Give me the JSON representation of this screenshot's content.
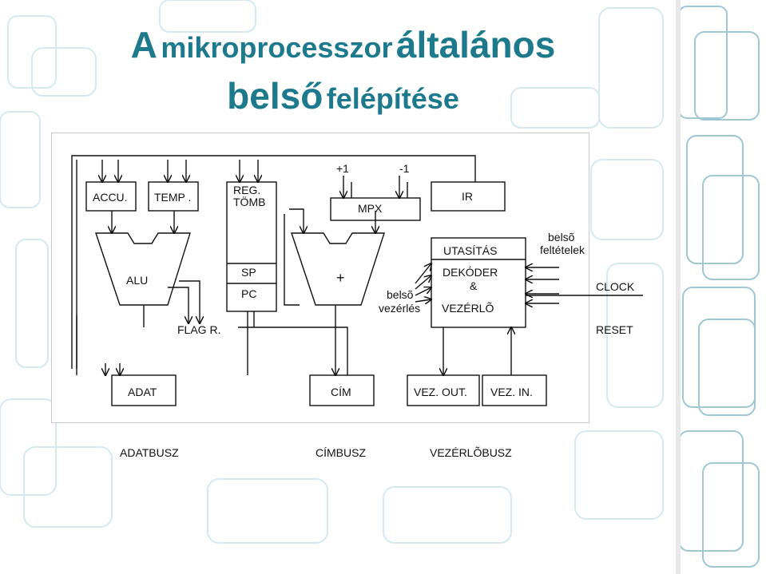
{
  "title": {
    "part1": "A",
    "part2": "mikroprocesszor",
    "part3": "általános",
    "line2a": "belső",
    "line2b": "felépítése"
  },
  "labels": {
    "accu": "ACCU.",
    "temp": "TEMP .",
    "reg1": "REG.",
    "reg2": "TÖMB",
    "plus1": "+1",
    "minus1": "-1",
    "mpx": "MPX",
    "ir": "IR",
    "alu": "ALU",
    "sp": "SP",
    "pc": "PC",
    "plus": "+",
    "belso_vez1": "belsõ",
    "belso_vez2": "vezérlés",
    "utasitas": "UTASÍTÁS",
    "dekoder": "DEKÓDER",
    "amp": "&",
    "vezerlo": "VEZÉRLÕ",
    "belso_felt1": "belsõ",
    "belso_felt2": "feltételek",
    "clock": "CLOCK",
    "reset": "RESET",
    "flag": "FLAG R.",
    "adat": "ADAT",
    "cim": "CÍM",
    "vezout": "VEZ. OUT.",
    "vezin": "VEZ. IN.",
    "adatbusz": "ADATBUSZ",
    "cimbusz": "CÍMBUSZ",
    "vezerlobusz": "VEZÉRLÕBUSZ"
  },
  "colors": {
    "title": "#1d7a8c",
    "lines": "#111111",
    "decor": "#cfe6ee"
  }
}
